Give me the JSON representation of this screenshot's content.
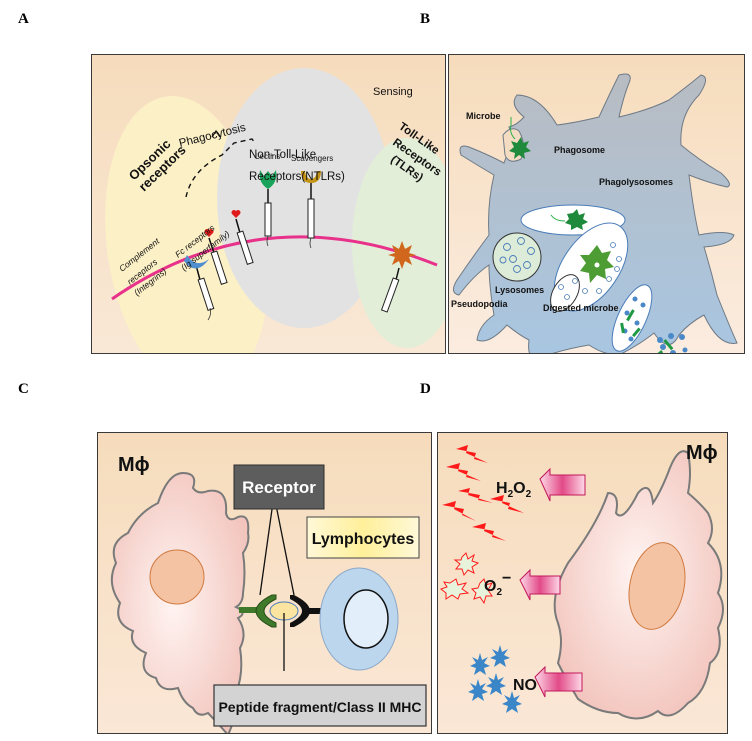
{
  "panels": {
    "A": {
      "letter": "A",
      "phagocytosis": "Phagocytosis",
      "opsonic_line1": "Opsonic",
      "opsonic_line2": "receptors",
      "complement_line1": "Complement",
      "complement_line2": "receptors",
      "complement_line3": "(Integrins)",
      "fc_line1": "Fc receptors",
      "fc_line2": "(Ig superfamily)",
      "ntlr_line1": "Non-Toll-Like",
      "ntlr_line2": "Receptors(NTLRs)",
      "lectins": "Lectins",
      "scavengers": "Scavengers",
      "sensing": "Sensing",
      "tlr_line1": "Toll-Like",
      "tlr_line2": "Receptors",
      "tlr_line3": "(TLRs)"
    },
    "B": {
      "letter": "B",
      "microbe": "Microbe",
      "phagosome": "Phagosome",
      "phagolysosomes": "Phagolysosomes",
      "lysosomes": "Lysosomes",
      "pseudopodia": "Pseudopodia",
      "digested_microbe": "Digested microbe"
    },
    "C": {
      "letter": "C",
      "macrophage": "Mϕ",
      "receptor": "Receptor",
      "lymphocytes": "Lymphocytes",
      "peptide": "Peptide fragment/Class II MHC"
    },
    "D": {
      "letter": "D",
      "macrophage": "Mϕ",
      "h2o2_H": "H",
      "h2o2_2a": "2",
      "h2o2_O": "O",
      "h2o2_2b": "2",
      "o2_O": "O",
      "o2_2": "2",
      "o2_minus": "−",
      "no": "NO"
    }
  },
  "colors": {
    "membrane": "#e8318a",
    "opsonic_ellipse": "#fcefc4",
    "ntlr_ellipse": "#e4e4e4",
    "tlr_ellipse": "#e3efd9",
    "cell_body_b": "#a9c2d8",
    "macrophage_fill": "#f5cfc8",
    "nucleus": "#f4c3a4",
    "lymphocyte": "#bcd6ee",
    "receptor_box": "#5d5d5d",
    "peptide_box": "#d3d3d3",
    "h2o2_bolts": "#ff1a1a",
    "no_stars": "#3a86c8",
    "arrow_pink": "#e24a88"
  }
}
